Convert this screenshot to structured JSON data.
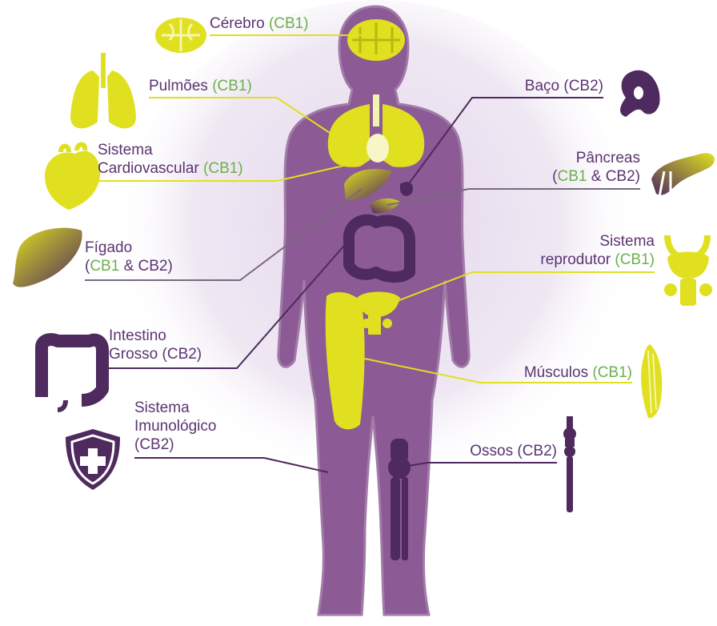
{
  "colors": {
    "body": "#8c5a94",
    "body_outline": "#9f77a5",
    "dark": "#4e2a5e",
    "yellow": "#e0e020",
    "green": "#6ab04c",
    "halo": "#e7dcef"
  },
  "icons": {
    "brain": "brain-icon",
    "lungs": "lungs-icon",
    "heart": "heart-icon",
    "liver": "liver-icon",
    "intestine": "large-intestine-icon",
    "immune": "shield-plus-icon",
    "spleen": "spleen-icon",
    "pancreas": "pancreas-icon",
    "reproductive": "reproductive-system-icon",
    "muscle": "muscle-icon",
    "bone": "bone-icon"
  },
  "labels": {
    "cerebro": {
      "name": "Cérebro",
      "receptor": "(CB1)"
    },
    "pulmoes": {
      "name": "Pulmões",
      "receptor": "(CB1)"
    },
    "cardio": {
      "line1": "Sistema",
      "line2": "Cardiovascular",
      "receptor": "(CB1)"
    },
    "figado": {
      "line1": "Fígado",
      "paren_open": "(",
      "cb1": "CB1",
      "rest": " & CB2)"
    },
    "intestino": {
      "line1": "Intestino",
      "line2": "Grosso (CB2)"
    },
    "imuno": {
      "line1": "Sistema",
      "line2": "Imunológico",
      "line3": "(CB2)"
    },
    "baco": {
      "text": "Baço (CB2)"
    },
    "pancreas": {
      "line1": "Pâncreas",
      "paren_open": "(",
      "cb1": "CB1",
      "rest": " & CB2)"
    },
    "reprodutor": {
      "line1": "Sistema",
      "line2": "reprodutor",
      "receptor": "(CB1)"
    },
    "musculos": {
      "name": "Músculos",
      "receptor": "(CB1)"
    },
    "ossos": {
      "text": "Ossos (CB2)"
    }
  }
}
